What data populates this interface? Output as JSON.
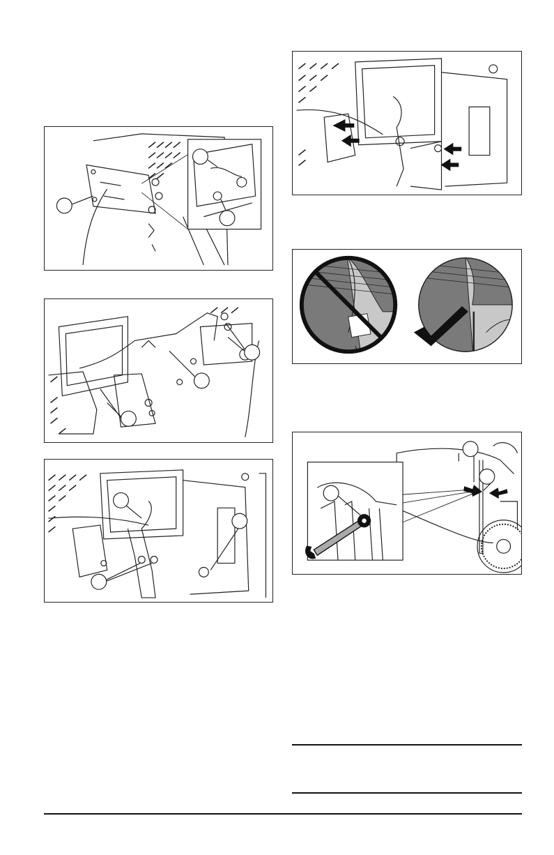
{
  "figures": [
    {
      "id": "fig1",
      "icons": [
        "callout-circle",
        "callout-circle",
        "callout-circle",
        "detail-inset"
      ]
    },
    {
      "id": "fig2",
      "icons": [
        "callout-circle",
        "callout-circle",
        "callout-circle"
      ]
    },
    {
      "id": "fig3",
      "icons": [
        "callout-circle",
        "callout-circle",
        "callout-circle"
      ]
    },
    {
      "id": "fig4",
      "icons": [
        "arrow-icon",
        "arrow-icon",
        "arrow-icon",
        "arrow-icon"
      ]
    },
    {
      "id": "fig5",
      "icons": [
        "prohibited-icon",
        "checkmark-icon"
      ]
    },
    {
      "id": "fig6",
      "icons": [
        "callout-circle",
        "callout-circle",
        "callout-circle",
        "wrench-icon",
        "arrow-icon",
        "arrow-icon"
      ]
    }
  ],
  "colors": {
    "line": "#222222",
    "shade_dark": "#7a7a7a",
    "shade_light": "#c8c8c8",
    "paper": "#ffffff"
  }
}
